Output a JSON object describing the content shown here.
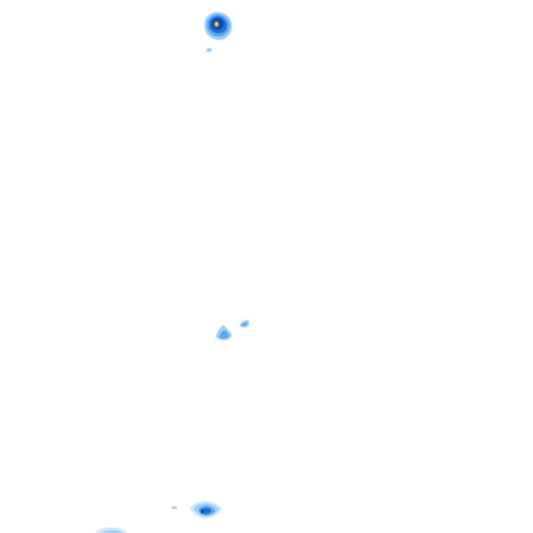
{
  "map": {
    "layer": "precipitation-radar",
    "background": "#ffffff",
    "palette": {
      "very_light": "#cfe8fb",
      "light": "#9fd0f7",
      "medium": "#5aa8ee",
      "heavy": "#2270d6",
      "very_heavy": "#0f4fae",
      "core_orange": "#f4a21b",
      "core_yellow": "#ffe45a"
    },
    "cells": [
      {
        "name": "cell-north",
        "intensity": "very_heavy",
        "has_core": true
      },
      {
        "name": "cell-north-fleck",
        "intensity": "light",
        "has_core": false
      },
      {
        "name": "cell-center-west",
        "intensity": "medium",
        "has_core": false
      },
      {
        "name": "cell-center-east",
        "intensity": "medium",
        "has_core": false
      },
      {
        "name": "cell-south",
        "intensity": "heavy",
        "has_core": false
      },
      {
        "name": "cell-south-fleck",
        "intensity": "light",
        "has_core": false
      },
      {
        "name": "cell-southwest-edge",
        "intensity": "very_light",
        "has_core": false
      }
    ]
  }
}
